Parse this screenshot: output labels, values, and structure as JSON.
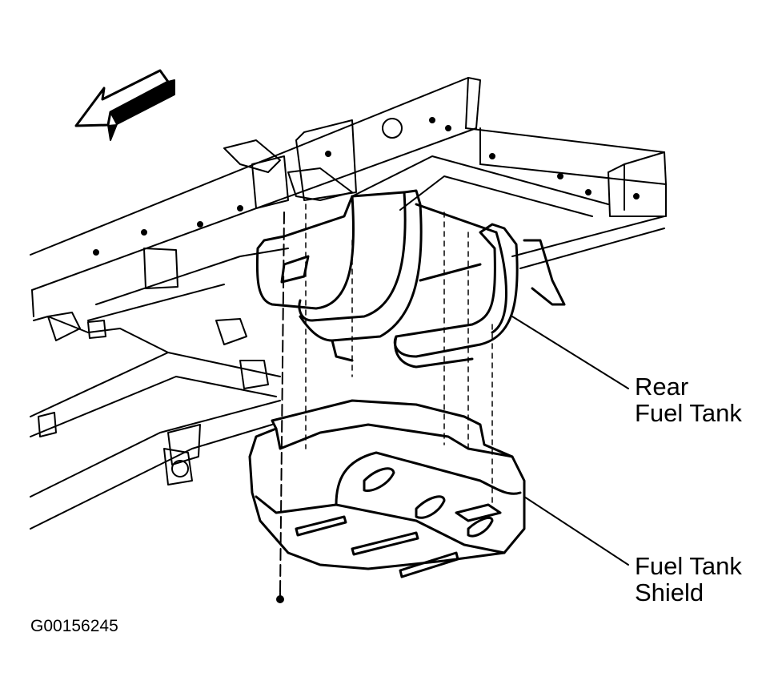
{
  "labels": {
    "rear_fuel_tank_line1": "Rear",
    "rear_fuel_tank_line2": "Fuel Tank",
    "shield_line1": "Fuel Tank",
    "shield_line2": "Shield"
  },
  "figure_id": "G00156245",
  "colors": {
    "ink": "#000000",
    "paper": "#ffffff"
  },
  "icons": {
    "direction_arrow": "arrow-forward-direction-icon"
  }
}
